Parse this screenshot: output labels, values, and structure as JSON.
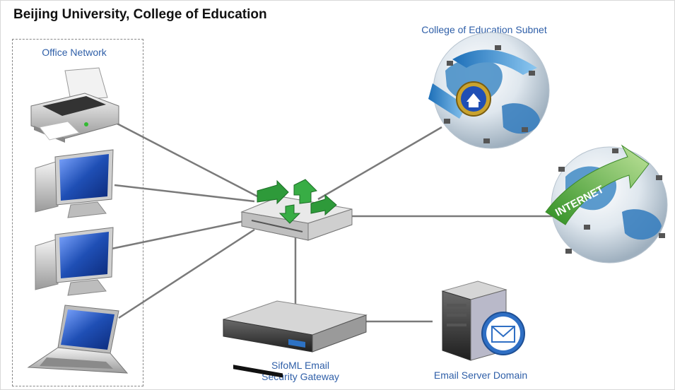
{
  "title": "Beijing University, College of Education",
  "labels": {
    "office_network": "Office Network",
    "subnet": "College of Education Subnet",
    "gateway_line1": "SifoML Email",
    "gateway_line2": "Security Gateway",
    "email_server": "Email Server Domain",
    "internet_banner": "INTERNET"
  },
  "colors": {
    "label_blue": "#2f5fa8",
    "link_gray": "#7a7a7a",
    "router_green": "#2e9a3a",
    "globe_blue": "#4a90c8",
    "monitor_blue": "#1f4fb5",
    "internet_green": "#5bb33a"
  },
  "icons": [
    "printer-icon",
    "desktop-icon",
    "desktop-icon",
    "laptop-icon",
    "router-icon",
    "globe-subnet-icon",
    "globe-internet-icon",
    "server-gateway-icon",
    "email-server-icon"
  ]
}
